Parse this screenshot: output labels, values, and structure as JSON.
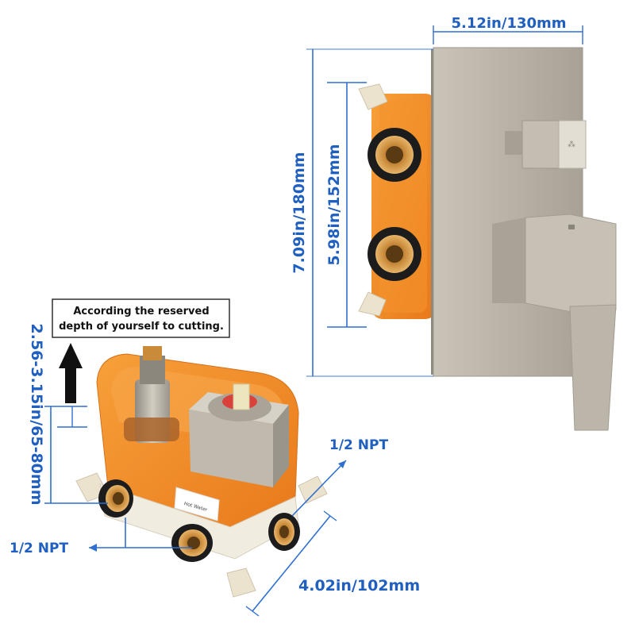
{
  "dimensions": {
    "plate_width": "5.12in/130mm",
    "plate_height": "7.09in/180mm",
    "box_height": "5.98in/152mm",
    "cut_depth": "2.56-3.15in/65-80mm",
    "box_depth": "4.02in/102mm"
  },
  "note": {
    "line1": "According the reserved",
    "line2": "depth of yourself to cutting."
  },
  "ports": {
    "right_label": "1/2  NPT",
    "left_label": "1/2  NPT"
  },
  "box_sticker": "Hot Water",
  "colors": {
    "dimension_blue": "#1f5fbf",
    "box_orange": "#f08a1c",
    "brushed_nickel": "#b8b2a6",
    "brass": "#c98a3a"
  }
}
